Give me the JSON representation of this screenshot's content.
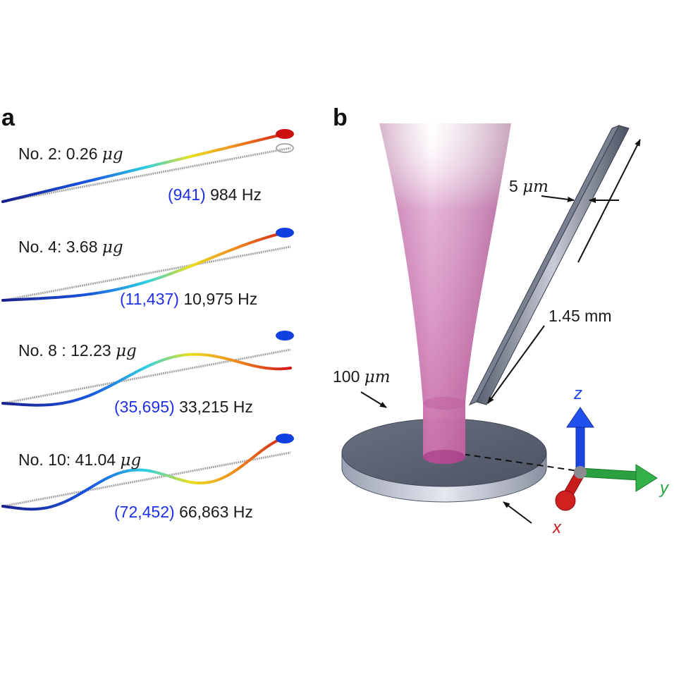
{
  "panel_a": {
    "letter": "a",
    "modes": [
      {
        "label": "No. 2: 0.26 ",
        "mass_unit": "μg",
        "sim_freq": "(941)",
        "freq": "984 Hz",
        "halfwaves": 1,
        "tip_color": "#cc1010"
      },
      {
        "label": "No. 4: 3.68 ",
        "mass_unit": "μg",
        "sim_freq": "(11,437)",
        "freq": "10,975 Hz",
        "halfwaves": 1.5,
        "tip_color": "#1040dd"
      },
      {
        "label": "No. 8 : 12.23 ",
        "mass_unit": "μg",
        "sim_freq": "(35,695)",
        "freq": "33,215 Hz",
        "halfwaves": 2.5,
        "tip_color": "#1040dd"
      },
      {
        "label": "No. 10: 41.04 ",
        "mass_unit": "μg",
        "sim_freq": "(72,452)",
        "freq": "66,863 Hz",
        "halfwaves": 3.5,
        "tip_color": "#1040dd"
      }
    ]
  },
  "panel_b": {
    "letter": "b",
    "fiber_width_label": "5 ",
    "fiber_width_unit": "μm",
    "fiber_length_label": "1.45 mm",
    "disc_thickness_label": "100 ",
    "disc_thickness_unit": "μm",
    "axes": {
      "z": "z",
      "y": "y",
      "x": "x"
    },
    "colors": {
      "beam": "#c0509a",
      "disc": "#5a6070",
      "axis_z": "#1a45e0",
      "axis_y": "#2aa040",
      "axis_x": "#c81c1c"
    }
  }
}
